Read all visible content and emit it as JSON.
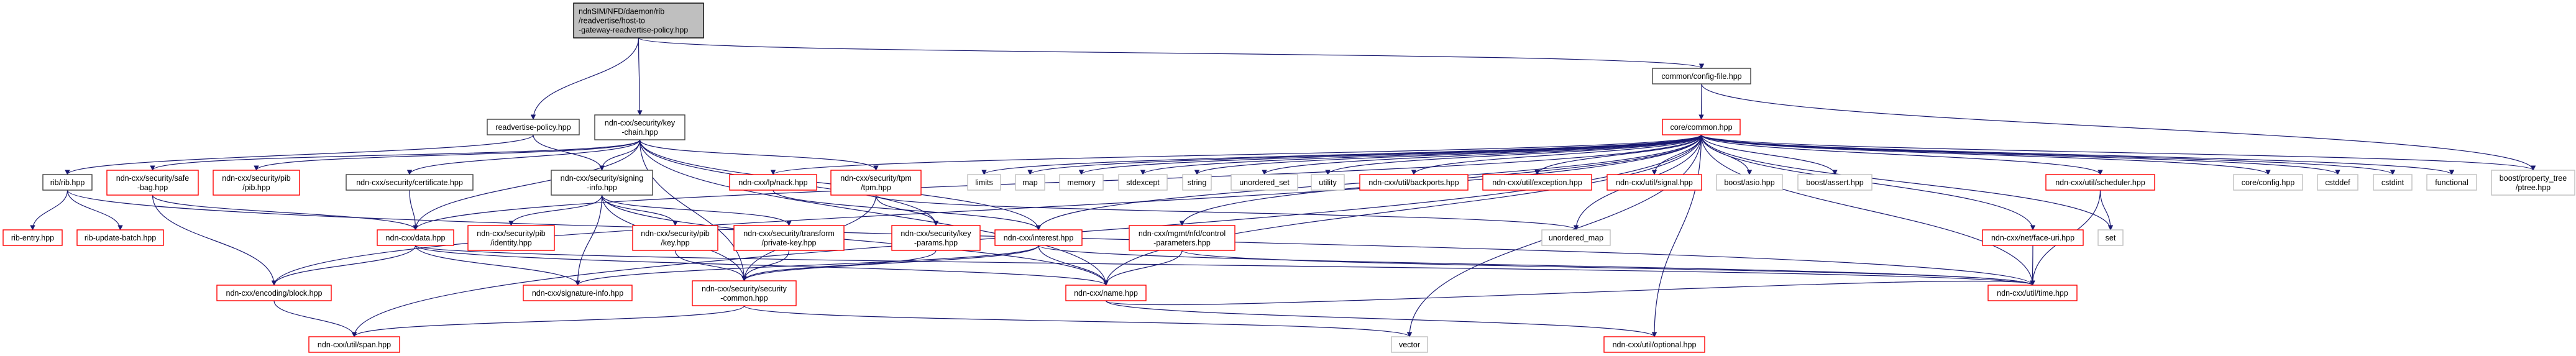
{
  "colors": {
    "edge": "#191970",
    "root_fill": "#bfbfbf",
    "documented_border": "#404040",
    "truncated_border": "#ff0000",
    "external_border": "#bfbfbf"
  },
  "nodes": [
    {
      "id": "top",
      "kind": "root",
      "lines": [
        "ndnSIM/NFD/daemon/rib",
        "/readvertise/host-to",
        "-gateway-readvertise-policy.hpp"
      ]
    },
    {
      "id": "rp",
      "kind": "documented",
      "lines": [
        "readvertise-policy.hpp"
      ]
    },
    {
      "id": "kc",
      "kind": "documented",
      "lines": [
        "ndn-cxx/security/key",
        "-chain.hpp"
      ]
    },
    {
      "id": "cfg",
      "kind": "documented",
      "lines": [
        "common/config-file.hpp"
      ]
    },
    {
      "id": "common",
      "kind": "truncated",
      "lines": [
        "core/common.hpp"
      ]
    },
    {
      "id": "rib",
      "kind": "documented",
      "lines": [
        "rib/rib.hpp"
      ]
    },
    {
      "id": "safebag",
      "kind": "truncated",
      "lines": [
        "ndn-cxx/security/safe",
        "-bag.hpp"
      ]
    },
    {
      "id": "pib",
      "kind": "truncated",
      "lines": [
        "ndn-cxx/security/pib",
        "/pib.hpp"
      ]
    },
    {
      "id": "cert",
      "kind": "documented",
      "lines": [
        "ndn-cxx/security/certificate.hpp"
      ]
    },
    {
      "id": "si",
      "kind": "documented",
      "lines": [
        "ndn-cxx/security/signing",
        "-info.hpp"
      ]
    },
    {
      "id": "nack",
      "kind": "truncated",
      "lines": [
        "ndn-cxx/lp/nack.hpp"
      ]
    },
    {
      "id": "tpm",
      "kind": "truncated",
      "lines": [
        "ndn-cxx/security/tpm",
        "/tpm.hpp"
      ]
    },
    {
      "id": "limits",
      "kind": "external",
      "lines": [
        "limits"
      ]
    },
    {
      "id": "map",
      "kind": "external",
      "lines": [
        "map"
      ]
    },
    {
      "id": "memory",
      "kind": "external",
      "lines": [
        "memory"
      ]
    },
    {
      "id": "stdexcept",
      "kind": "external",
      "lines": [
        "stdexcept"
      ]
    },
    {
      "id": "string",
      "kind": "external",
      "lines": [
        "string"
      ]
    },
    {
      "id": "uset",
      "kind": "external",
      "lines": [
        "unordered_set"
      ]
    },
    {
      "id": "utility",
      "kind": "external",
      "lines": [
        "utility"
      ]
    },
    {
      "id": "backports",
      "kind": "truncated",
      "lines": [
        "ndn-cxx/util/backports.hpp"
      ]
    },
    {
      "id": "exception",
      "kind": "truncated",
      "lines": [
        "ndn-cxx/util/exception.hpp"
      ]
    },
    {
      "id": "signal",
      "kind": "truncated",
      "lines": [
        "ndn-cxx/util/signal.hpp"
      ]
    },
    {
      "id": "asio",
      "kind": "external",
      "lines": [
        "boost/asio.hpp"
      ]
    },
    {
      "id": "assert",
      "kind": "external",
      "lines": [
        "boost/assert.hpp"
      ]
    },
    {
      "id": "scheduler",
      "kind": "truncated",
      "lines": [
        "ndn-cxx/util/scheduler.hpp"
      ]
    },
    {
      "id": "config",
      "kind": "external",
      "lines": [
        "core/config.hpp"
      ]
    },
    {
      "id": "cstddef",
      "kind": "external",
      "lines": [
        "cstddef"
      ]
    },
    {
      "id": "cstdint",
      "kind": "external",
      "lines": [
        "cstdint"
      ]
    },
    {
      "id": "functional",
      "kind": "external",
      "lines": [
        "functional"
      ]
    },
    {
      "id": "ptree",
      "kind": "external",
      "lines": [
        "boost/property_tree",
        "/ptree.hpp"
      ]
    },
    {
      "id": "ribentry",
      "kind": "truncated",
      "lines": [
        "rib-entry.hpp"
      ]
    },
    {
      "id": "ribub",
      "kind": "truncated",
      "lines": [
        "rib-update-batch.hpp"
      ]
    },
    {
      "id": "data",
      "kind": "truncated",
      "lines": [
        "ndn-cxx/data.hpp"
      ]
    },
    {
      "id": "identity",
      "kind": "truncated",
      "lines": [
        "ndn-cxx/security/pib",
        "/identity.hpp"
      ]
    },
    {
      "id": "pibkey",
      "kind": "truncated",
      "lines": [
        "ndn-cxx/security/pib",
        "/key.hpp"
      ]
    },
    {
      "id": "privkey",
      "kind": "truncated",
      "lines": [
        "ndn-cxx/security/transform",
        "/private-key.hpp"
      ]
    },
    {
      "id": "kp",
      "kind": "truncated",
      "lines": [
        "ndn-cxx/security/key",
        "-params.hpp"
      ]
    },
    {
      "id": "interest",
      "kind": "truncated",
      "lines": [
        "ndn-cxx/interest.hpp"
      ]
    },
    {
      "id": "ctrl",
      "kind": "truncated",
      "lines": [
        "ndn-cxx/mgmt/nfd/control",
        "-parameters.hpp"
      ]
    },
    {
      "id": "umap",
      "kind": "external",
      "lines": [
        "unordered_map"
      ]
    },
    {
      "id": "faceuri",
      "kind": "truncated",
      "lines": [
        "ndn-cxx/net/face-uri.hpp"
      ]
    },
    {
      "id": "set",
      "kind": "external",
      "lines": [
        "set"
      ]
    },
    {
      "id": "block",
      "kind": "truncated",
      "lines": [
        "ndn-cxx/encoding/block.hpp"
      ]
    },
    {
      "id": "sigi",
      "kind": "truncated",
      "lines": [
        "ndn-cxx/signature-info.hpp"
      ]
    },
    {
      "id": "sc",
      "kind": "truncated",
      "lines": [
        "ndn-cxx/security/security",
        "-common.hpp"
      ]
    },
    {
      "id": "name",
      "kind": "truncated",
      "lines": [
        "ndn-cxx/name.hpp"
      ]
    },
    {
      "id": "time",
      "kind": "truncated",
      "lines": [
        "ndn-cxx/util/time.hpp"
      ]
    },
    {
      "id": "span",
      "kind": "truncated",
      "lines": [
        "ndn-cxx/util/span.hpp"
      ]
    },
    {
      "id": "vector",
      "kind": "external",
      "lines": [
        "vector"
      ]
    },
    {
      "id": "optional",
      "kind": "truncated",
      "lines": [
        "ndn-cxx/util/optional.hpp"
      ]
    }
  ],
  "edges": [
    [
      "top",
      "rp"
    ],
    [
      "top",
      "kc"
    ],
    [
      "top",
      "cfg"
    ],
    [
      "rp",
      "rib"
    ],
    [
      "rp",
      "si"
    ],
    [
      "rib",
      "ribentry"
    ],
    [
      "rib",
      "ribub"
    ],
    [
      "rib",
      "time"
    ],
    [
      "kc",
      "safebag"
    ],
    [
      "kc",
      "pib"
    ],
    [
      "kc",
      "cert"
    ],
    [
      "kc",
      "si"
    ],
    [
      "kc",
      "tpm"
    ],
    [
      "kc",
      "kp"
    ],
    [
      "kc",
      "interest"
    ],
    [
      "kc",
      "name"
    ],
    [
      "kc",
      "sc"
    ],
    [
      "kc",
      "data"
    ],
    [
      "safebag",
      "data"
    ],
    [
      "safebag",
      "block"
    ],
    [
      "cert",
      "data"
    ],
    [
      "si",
      "identity"
    ],
    [
      "si",
      "pibkey"
    ],
    [
      "si",
      "privkey"
    ],
    [
      "si",
      "sigi"
    ],
    [
      "si",
      "sc"
    ],
    [
      "si",
      "name"
    ],
    [
      "data",
      "block"
    ],
    [
      "data",
      "sigi"
    ],
    [
      "data",
      "name"
    ],
    [
      "data",
      "time"
    ],
    [
      "pibkey",
      "sc"
    ],
    [
      "privkey",
      "sc"
    ],
    [
      "kp",
      "sc"
    ],
    [
      "tpm",
      "kp"
    ],
    [
      "tpm",
      "umap"
    ],
    [
      "tpm",
      "sc"
    ],
    [
      "nack",
      "interest"
    ],
    [
      "interest",
      "sc"
    ],
    [
      "interest",
      "sigi"
    ],
    [
      "interest",
      "name"
    ],
    [
      "interest",
      "time"
    ],
    [
      "ctrl",
      "name"
    ],
    [
      "ctrl",
      "time"
    ],
    [
      "block",
      "span"
    ],
    [
      "sc",
      "span"
    ],
    [
      "sc",
      "vector"
    ],
    [
      "name",
      "optional"
    ],
    [
      "name",
      "time"
    ],
    [
      "cfg",
      "common"
    ],
    [
      "cfg",
      "ptree"
    ],
    [
      "common",
      "limits"
    ],
    [
      "common",
      "map"
    ],
    [
      "common",
      "memory"
    ],
    [
      "common",
      "stdexcept"
    ],
    [
      "common",
      "string"
    ],
    [
      "common",
      "uset"
    ],
    [
      "common",
      "utility"
    ],
    [
      "common",
      "backports"
    ],
    [
      "common",
      "exception"
    ],
    [
      "common",
      "signal"
    ],
    [
      "common",
      "asio"
    ],
    [
      "common",
      "assert"
    ],
    [
      "common",
      "scheduler"
    ],
    [
      "common",
      "config"
    ],
    [
      "common",
      "cstddef"
    ],
    [
      "common",
      "cstdint"
    ],
    [
      "common",
      "functional"
    ],
    [
      "common",
      "ptree"
    ],
    [
      "common",
      "set"
    ],
    [
      "common",
      "faceuri"
    ],
    [
      "common",
      "time"
    ],
    [
      "common",
      "optional"
    ],
    [
      "common",
      "vector"
    ],
    [
      "common",
      "umap"
    ],
    [
      "common",
      "interest"
    ],
    [
      "common",
      "nack"
    ],
    [
      "common",
      "name"
    ],
    [
      "common",
      "data"
    ],
    [
      "common",
      "block"
    ],
    [
      "common",
      "span"
    ],
    [
      "common",
      "ctrl"
    ],
    [
      "scheduler",
      "set"
    ],
    [
      "scheduler",
      "time"
    ],
    [
      "faceuri",
      "time"
    ]
  ]
}
